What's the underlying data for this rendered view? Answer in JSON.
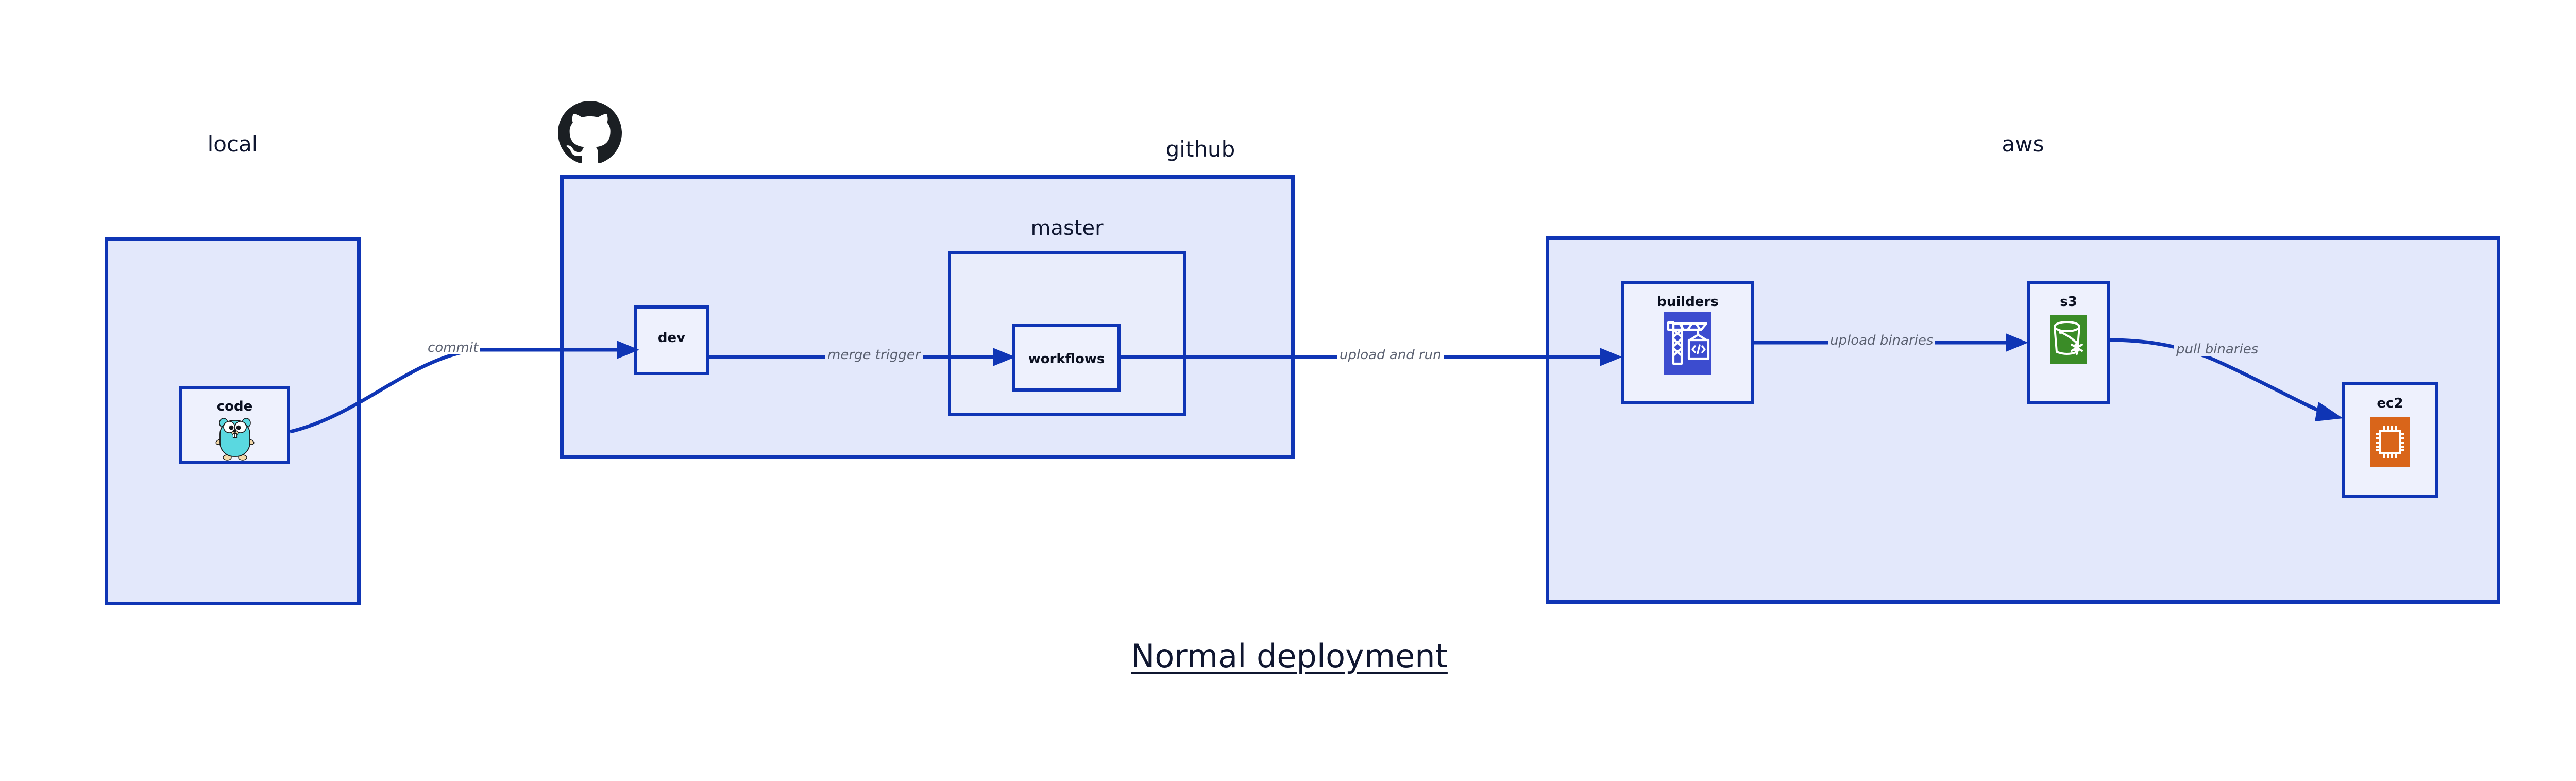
{
  "diagram": {
    "title": "Normal deployment",
    "accent_color": "#0f35b5",
    "group_fill": "#e3e8fb",
    "node_fill": "#eef1fd",
    "label_color": "#0f1630",
    "edge_label_color": "#5a6070"
  },
  "groups": [
    {
      "id": "local",
      "label": "local"
    },
    {
      "id": "github",
      "label": "github"
    },
    {
      "id": "aws",
      "label": "aws"
    }
  ],
  "subgroups": [
    {
      "id": "master",
      "label": "master"
    }
  ],
  "nodes": [
    {
      "id": "code",
      "label": "code",
      "icon": "go-gopher-icon",
      "group": "local"
    },
    {
      "id": "dev",
      "label": "dev",
      "icon": "none",
      "group": "github"
    },
    {
      "id": "workflows",
      "label": "workflows",
      "icon": "none",
      "group": "master"
    },
    {
      "id": "builders",
      "label": "builders",
      "icon": "aws-codebuild-icon",
      "group": "aws"
    },
    {
      "id": "s3",
      "label": "s3",
      "icon": "aws-s3-icon",
      "group": "aws"
    },
    {
      "id": "ec2",
      "label": "ec2",
      "icon": "aws-ec2-icon",
      "group": "aws"
    }
  ],
  "edges": [
    {
      "id": "commit",
      "from": "code",
      "to": "dev",
      "label": "commit"
    },
    {
      "id": "merge-trigger",
      "from": "dev",
      "to": "workflows",
      "label": "merge trigger"
    },
    {
      "id": "upload-and-run",
      "from": "workflows",
      "to": "builders",
      "label": "upload and run"
    },
    {
      "id": "upload-binaries",
      "from": "builders",
      "to": "s3",
      "label": "upload binaries"
    },
    {
      "id": "pull-binaries",
      "from": "s3",
      "to": "ec2",
      "label": "pull binaries"
    }
  ],
  "logos": [
    {
      "id": "github-logo",
      "name": "github-octocat-icon",
      "color": "#1b1f23"
    }
  ],
  "icon_colors": {
    "go_gopher_body": "#5ad8e0",
    "aws_codebuild_bg": "#3c4ccf",
    "aws_s3_bg": "#3a8c27",
    "aws_ec2_bg": "#d9651a"
  }
}
